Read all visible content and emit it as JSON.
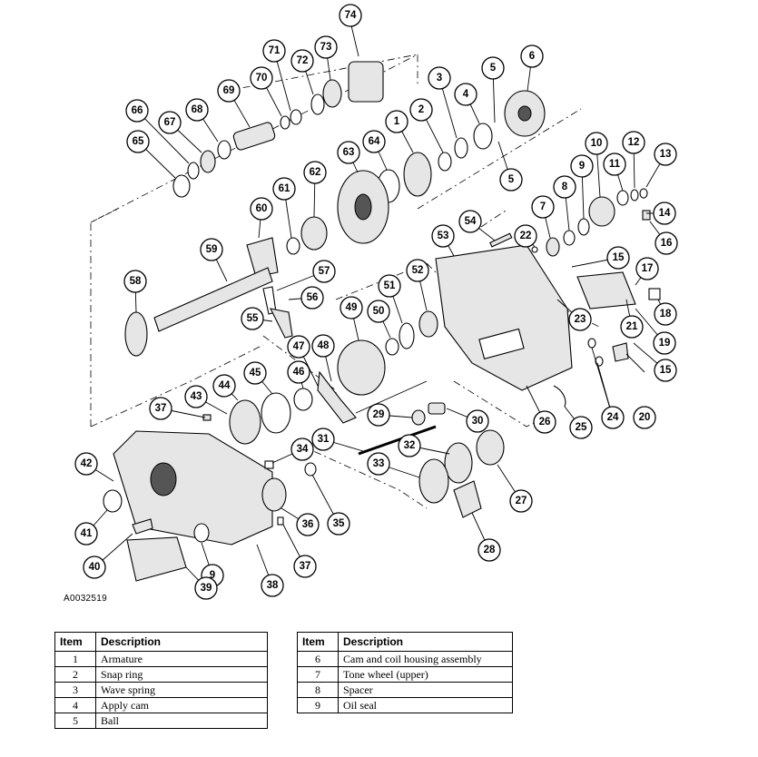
{
  "figure": {
    "id": "A0032519"
  },
  "callouts": [
    "1",
    "2",
    "3",
    "4",
    "5",
    "5",
    "6",
    "7",
    "8",
    "9",
    "9",
    "10",
    "11",
    "12",
    "13",
    "14",
    "15",
    "15",
    "16",
    "17",
    "18",
    "19",
    "20",
    "21",
    "22",
    "23",
    "24",
    "25",
    "26",
    "27",
    "28",
    "29",
    "30",
    "31",
    "32",
    "33",
    "34",
    "35",
    "36",
    "37",
    "37",
    "38",
    "39",
    "40",
    "41",
    "42",
    "43",
    "44",
    "45",
    "46",
    "47",
    "48",
    "49",
    "50",
    "51",
    "52",
    "53",
    "54",
    "55",
    "56",
    "57",
    "58",
    "59",
    "60",
    "61",
    "62",
    "63",
    "64",
    "65",
    "66",
    "67",
    "68",
    "69",
    "70",
    "71",
    "72",
    "73",
    "74"
  ],
  "table_left": {
    "headers": [
      "Item",
      "Description"
    ],
    "rows": [
      {
        "item": "1",
        "description": "Armature"
      },
      {
        "item": "2",
        "description": "Snap ring"
      },
      {
        "item": "3",
        "description": "Wave spring"
      },
      {
        "item": "4",
        "description": "Apply cam"
      },
      {
        "item": "5",
        "description": "Ball"
      }
    ]
  },
  "table_right": {
    "headers": [
      "Item",
      "Description"
    ],
    "rows": [
      {
        "item": "6",
        "description": "Cam and coil housing assembly"
      },
      {
        "item": "7",
        "description": "Tone wheel (upper)"
      },
      {
        "item": "8",
        "description": "Spacer"
      },
      {
        "item": "9",
        "description": "Oil seal"
      }
    ]
  }
}
